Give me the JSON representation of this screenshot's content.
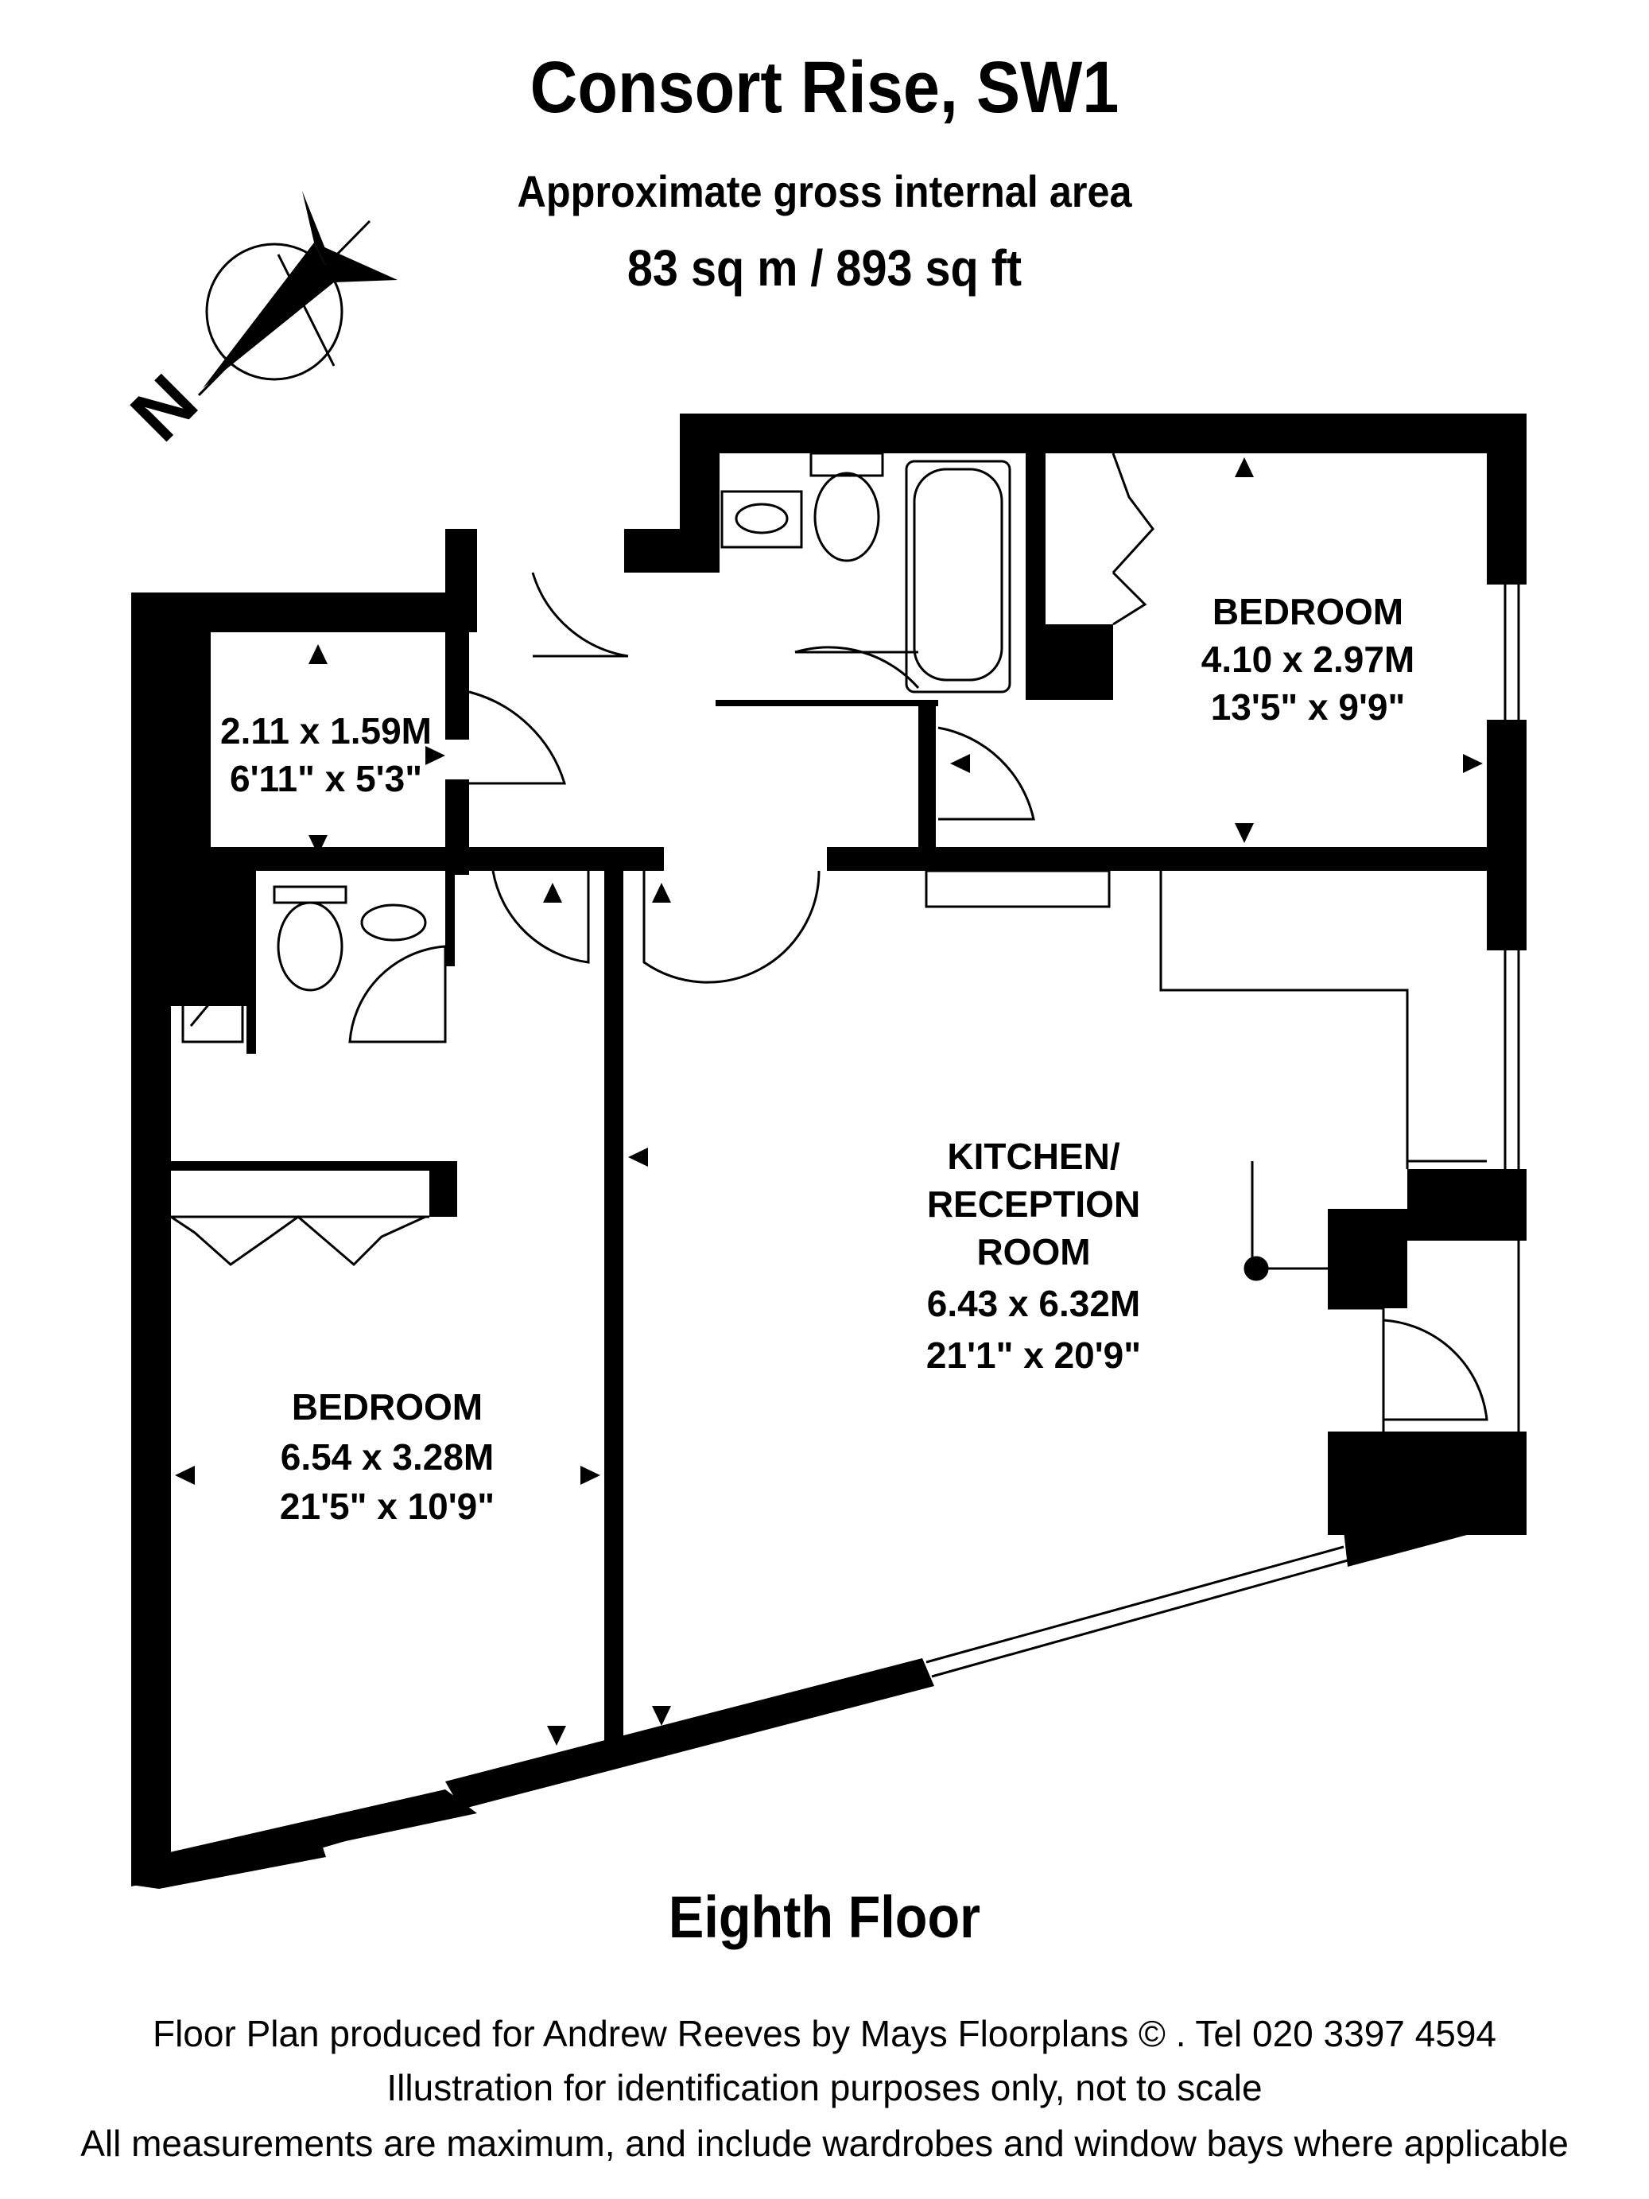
{
  "header": {
    "title": "Consort Rise, SW1",
    "subtitle": "Approximate gross internal area",
    "area": "83 sq m  /  893 sq ft"
  },
  "compass": {
    "label": "N",
    "icon": "north-arrow-icon"
  },
  "rooms": {
    "bedroom_1": {
      "name": "BEDROOM",
      "metric": "4.10 x 2.97M",
      "imperial": "13'5\" x 9'9\""
    },
    "store": {
      "metric": "2.11 x 1.59M",
      "imperial": "6'11\" x 5'3\""
    },
    "kitchen": {
      "name_line1": "KITCHEN/",
      "name_line2": "RECEPTION",
      "name_line3": "ROOM",
      "metric": "6.43 x 6.32M",
      "imperial": "21'1\" x 20'9\""
    },
    "bedroom_2": {
      "name": "BEDROOM",
      "metric": "6.54 x 3.28M",
      "imperial": "21'5\" x 10'9\""
    }
  },
  "floor_label": "Eighth Floor",
  "footer": {
    "line1": "Floor Plan produced for Andrew Reeves by Mays Floorplans  © . Tel 020 3397 4594",
    "line2": "Illustration for identification purposes only, not to scale",
    "line3": "All measurements are maximum, and include wardrobes and window bays where applicable"
  },
  "colors": {
    "wall": "#000000",
    "background": "#ffffff"
  }
}
